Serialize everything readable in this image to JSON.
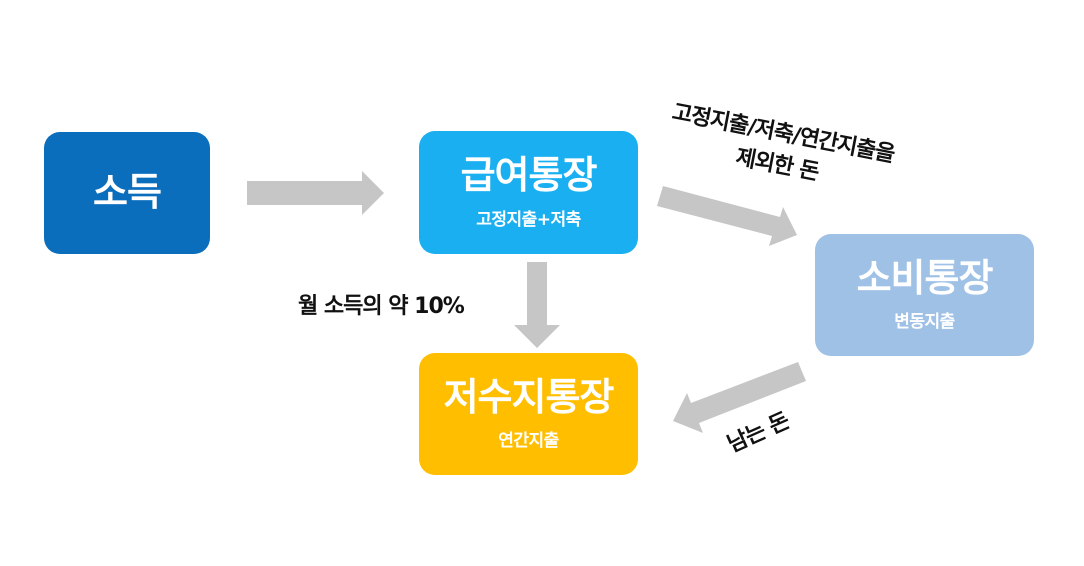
{
  "nodes": {
    "income": {
      "title": "소득",
      "color": "#0a6ebd"
    },
    "salary": {
      "title": "급여통장",
      "sub": "고정지출+저축",
      "color": "#1aaff0"
    },
    "spend": {
      "title": "소비통장",
      "sub": "변동지출",
      "color": "#9fc1e6"
    },
    "saving": {
      "title": "저수지통장",
      "sub": "연간지출",
      "color": "#ffbf00"
    }
  },
  "edges": {
    "salary_to_saving": {
      "label": "월 소득의 약 10%"
    },
    "salary_to_spend": {
      "label_lines": [
        "고정지출/저축/연간지출을",
        "제외한 돈"
      ]
    },
    "spend_to_saving": {
      "label": "남는 돈"
    }
  },
  "arrow_color": "#c6c6c6"
}
